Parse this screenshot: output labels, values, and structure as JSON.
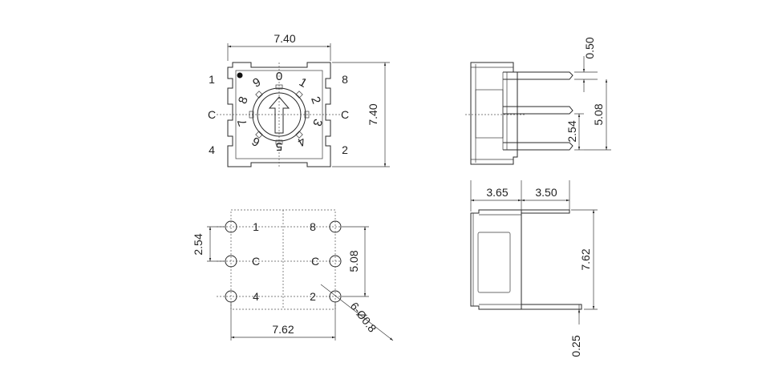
{
  "top_view": {
    "width_label": "7.40",
    "height_label": "7.40",
    "pins": {
      "tl": "1",
      "ml": "C",
      "bl": "4",
      "tr": "8",
      "mr": "C",
      "br": "2"
    },
    "dial_digits": [
      "0",
      "1",
      "2",
      "3",
      "4",
      "5",
      "6",
      "7",
      "8",
      "9"
    ]
  },
  "side_view": {
    "offset_label": "0.50",
    "pitch_label": "2.54",
    "span_label": "5.08"
  },
  "footprint": {
    "width_label": "7.62",
    "pitch_label": "2.54",
    "span_label": "5.08",
    "hole_label": "6-Ø0.8",
    "pins": {
      "tl": "1",
      "ml": "C",
      "bl": "4",
      "tr": "8",
      "mr": "C",
      "br": "2"
    }
  },
  "front_view": {
    "left_width_label": "3.65",
    "right_width_label": "3.50",
    "height_label": "7.62",
    "bottom_label": "0.25"
  }
}
